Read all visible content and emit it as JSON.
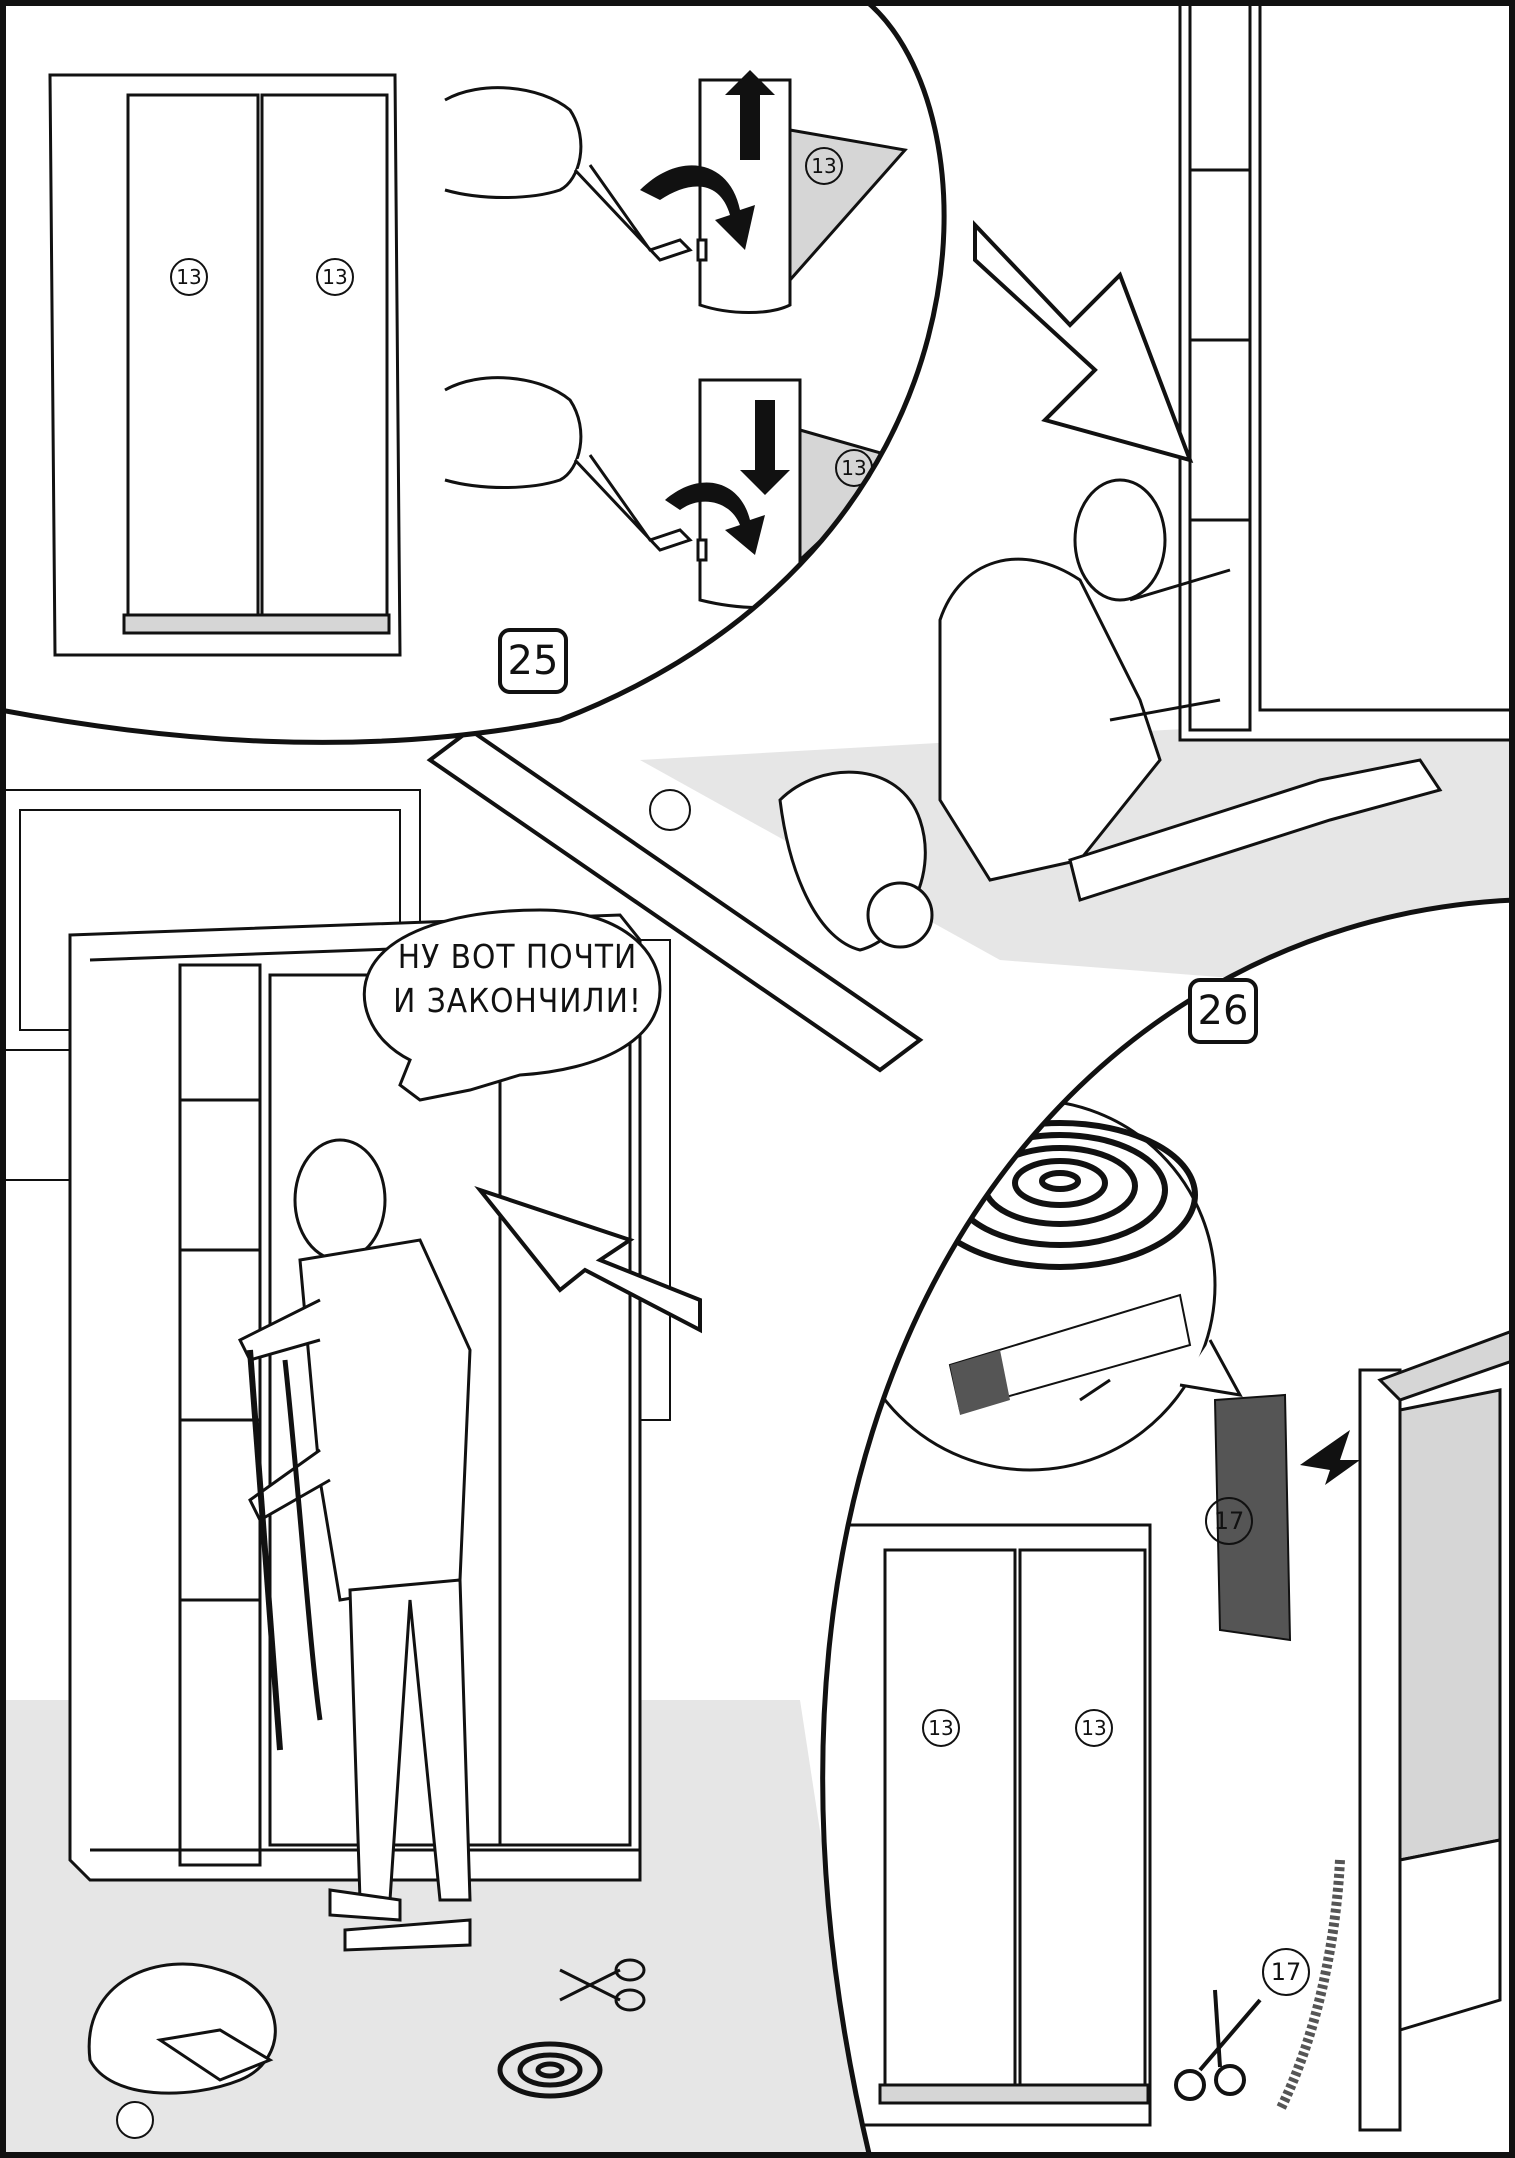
{
  "steps": {
    "step25": "25",
    "step26": "26"
  },
  "parts": {
    "door": "13",
    "brush_seal": "17"
  },
  "speech_bubble": {
    "line1": "НУ ВОТ ПОЧТИ",
    "line2": "И ЗАКОНЧИЛИ!"
  },
  "icons": [
    "arrow-up-icon",
    "arrow-down-icon",
    "curved-arrow-icon",
    "scissors-icon",
    "hex-key-icon",
    "brush-seal-roll-icon"
  ],
  "colors": {
    "line": "#111111",
    "fill": "#ffffff",
    "shade": "#d6d6d6",
    "floor": "#e6e6e6"
  }
}
